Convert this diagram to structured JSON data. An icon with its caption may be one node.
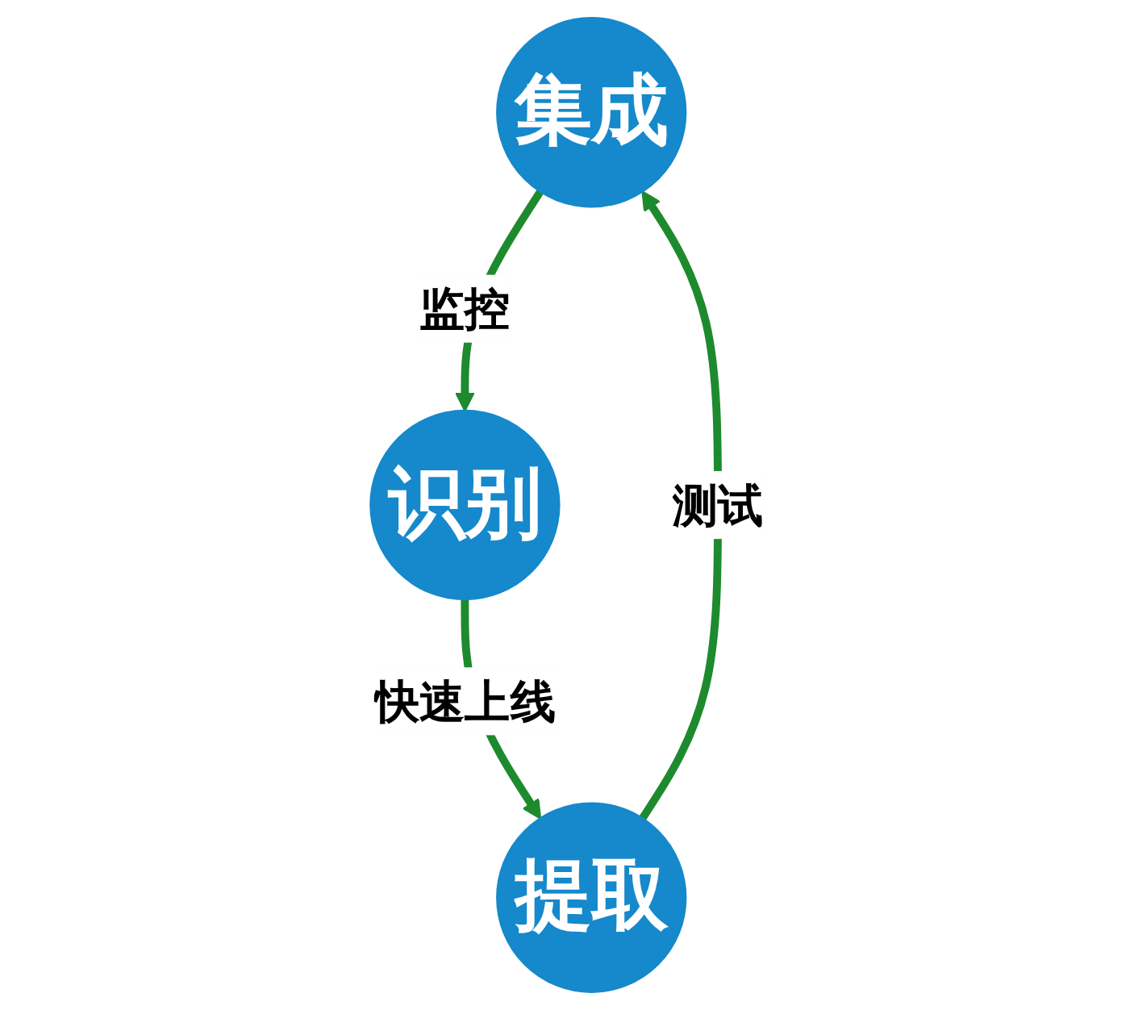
{
  "diagram": {
    "nodes": [
      {
        "text": [
          "集成"
        ]
      },
      {
        "text": [
          "识别"
        ]
      },
      {
        "text": [
          "提取"
        ]
      }
    ],
    "edges": [
      {
        "from": 0,
        "to": 1,
        "arrow": "to",
        "label": "监控"
      },
      {
        "from": 1,
        "to": 2,
        "arrow": "to",
        "label": "快速上线"
      },
      {
        "from": 2,
        "to": 0,
        "arrow": "to",
        "label": "测试"
      }
    ]
  }
}
